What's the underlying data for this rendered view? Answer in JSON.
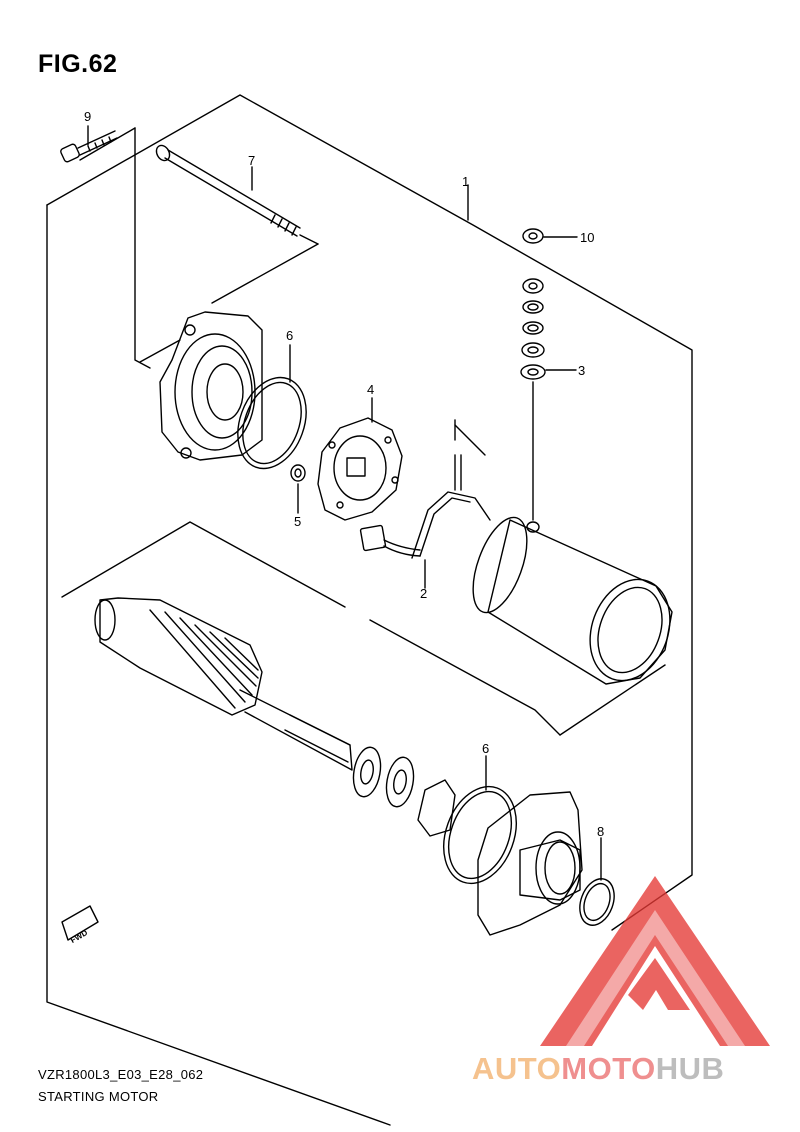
{
  "figure": {
    "title": "FIG.62",
    "code": "VZR1800L3_E03_E28_062",
    "name": "STARTING MOTOR"
  },
  "callouts": [
    {
      "ref": "1",
      "part": "starting-motor-assembly"
    },
    {
      "ref": "2",
      "part": "brush-holder-lead"
    },
    {
      "ref": "3",
      "part": "washer-set"
    },
    {
      "ref": "4",
      "part": "brush-plate"
    },
    {
      "ref": "5",
      "part": "small-nut"
    },
    {
      "ref": "6",
      "part": "o-ring"
    },
    {
      "ref": "7",
      "part": "through-bolt"
    },
    {
      "ref": "8",
      "part": "o-ring-small"
    },
    {
      "ref": "9",
      "part": "mounting-bolt"
    },
    {
      "ref": "10",
      "part": "terminal-nut"
    }
  ],
  "fwd_label": "FWD",
  "watermark": {
    "part1": "AUTO",
    "part2": "MOTO",
    "part3": "HUB",
    "colors": {
      "auto": "#f5c28e",
      "moto": "#ef8f8f",
      "hub": "#bdbdbd",
      "triangle": "#e53935"
    }
  }
}
